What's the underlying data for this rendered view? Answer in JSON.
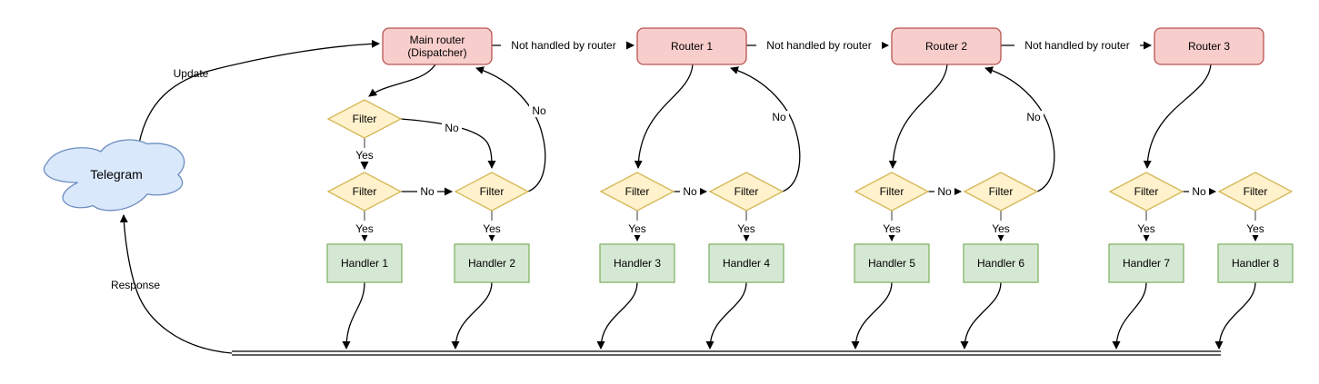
{
  "colors": {
    "router_fill": "#f8cecc",
    "router_stroke": "#b85450",
    "filter_fill": "#fff2cc",
    "filter_stroke": "#d6b656",
    "handler_fill": "#d5e8d4",
    "handler_stroke": "#82b366",
    "cloud_fill": "#dae8fc",
    "cloud_stroke": "#6c8ebf",
    "line": "#000000"
  },
  "cloud": {
    "label": "Telegram"
  },
  "labels": {
    "update": "Update",
    "response": "Response",
    "not_handled": "Not handled by router",
    "yes": "Yes",
    "no": "No",
    "filter": "Filter"
  },
  "routers": {
    "dispatcher_line1": "Main router",
    "dispatcher_line2": "(Dispatcher)",
    "router1": "Router 1",
    "router2": "Router 2",
    "router3": "Router 3"
  },
  "handlers": [
    "Handler 1",
    "Handler 2",
    "Handler 3",
    "Handler 4",
    "Handler 5",
    "Handler 6",
    "Handler 7",
    "Handler 8"
  ]
}
